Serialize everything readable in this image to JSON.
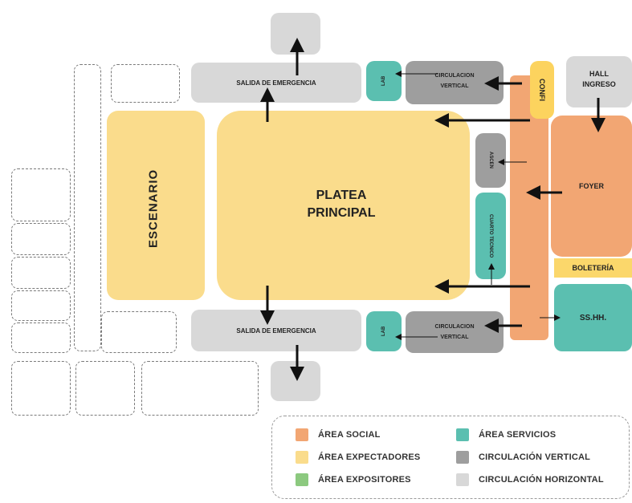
{
  "colors": {
    "social": "#f2a673",
    "expectadores": "#fadc8c",
    "expositores": "#8cc97f",
    "servicios": "#5bbfb0",
    "circ_vertical": "#9e9e9e",
    "circ_horizontal": "#d8d8d8",
    "boleteria": "#fbd76b",
    "confi": "#fcd35e"
  },
  "rooms": {
    "escenario": "ESCENARIO",
    "platea_line1": "PLATEA",
    "platea_line2": "PRINCIPAL",
    "salida_top": "SALIDA DE EMERGENCIA",
    "salida_bottom": "SALIDA DE EMERGENCIA",
    "circ_top_line1": "CIRCULACION",
    "circ_top_line2": "VERTICAL",
    "circ_bottom_line1": "CIRCULACION",
    "circ_bottom_line2": "VERTICAL",
    "confi": "CONFI",
    "hall_line1": "HALL",
    "hall_line2": "INGRESO",
    "foyer": "FOYER",
    "boleteria": "BOLETERÍA",
    "sshh": "SS.HH.",
    "small_top": "LAB",
    "small_bottom": "LAB",
    "gray_side": "ASCEN",
    "teal_side": "CUARTO TECNICO"
  },
  "legend": {
    "items": [
      {
        "label": "ÁREA SOCIAL",
        "color": "#f2a673"
      },
      {
        "label": "ÁREA EXPECTADORES",
        "color": "#fadc8c"
      },
      {
        "label": "ÁREA EXPOSITORES",
        "color": "#8cc97f"
      },
      {
        "label": "ÁREA SERVICIOS",
        "color": "#5bbfb0"
      },
      {
        "label": "CIRCULACIÓN VERTICAL",
        "color": "#9e9e9e"
      },
      {
        "label": "CIRCULACIÓN HORIZONTAL",
        "color": "#d8d8d8"
      }
    ]
  }
}
